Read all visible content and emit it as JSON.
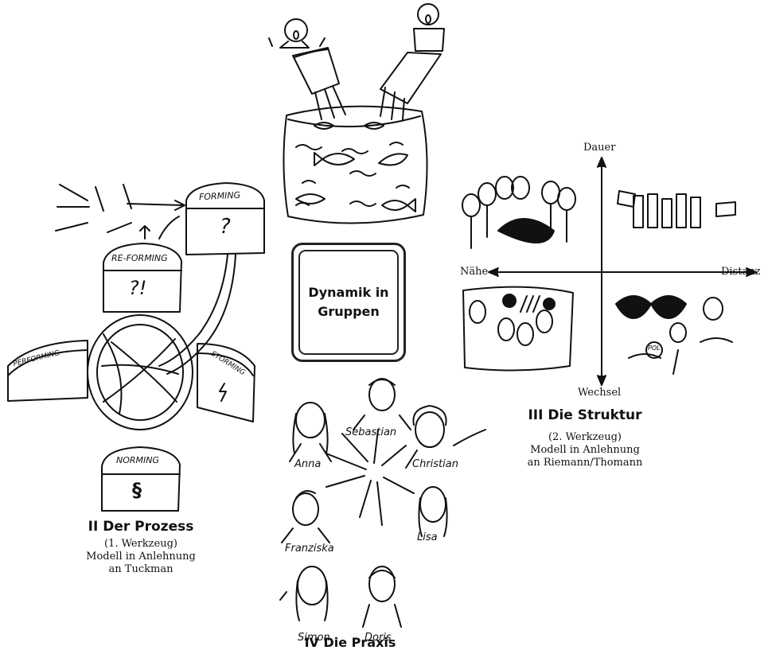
{
  "center": {
    "title_line1": "Dynamik in",
    "title_line2": "Gruppen"
  },
  "process": {
    "title": "II Der Prozess",
    "sub1": "(1. Werkzeug)",
    "sub2": "Modell in Anlehnung",
    "sub3": "an Tuckman",
    "stones": {
      "forming": "FORMING",
      "forming_sym": "?",
      "reforming": "RE-FORMING",
      "reforming_sym": "?!",
      "performing": "PERFORMING",
      "storming": "STORMING",
      "norming": "NORMING",
      "norming_sym": "§"
    }
  },
  "structure": {
    "title": "III Die Struktur",
    "sub1": "(2. Werkzeug)",
    "sub2": "Modell in Anlehnung",
    "sub3": "an Riemann/Thomann",
    "axis_top": "Dauer",
    "axis_bottom": "Wechsel",
    "axis_left": "Nähe",
    "axis_right": "Distanz",
    "pol_badge": "POL"
  },
  "praxis": {
    "title": "IV Die Praxis",
    "names": [
      "Sebastian",
      "Anna",
      "Christian",
      "Lisa",
      "Franziska",
      "Simon",
      "Doris"
    ]
  }
}
